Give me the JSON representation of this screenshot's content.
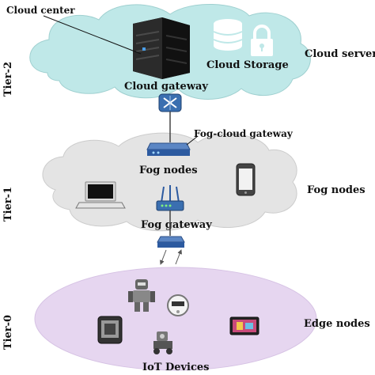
{
  "tiers": {
    "tier2": "Tier-2",
    "tier1": "Tier-1",
    "tier0": "Tier-0"
  },
  "cloud": {
    "center_label": "Cloud center",
    "storage_label": "Cloud Storage",
    "layer_label": "Cloud server",
    "gateway_label": "Cloud gateway",
    "color": "#bfe8e8"
  },
  "fog": {
    "fog_cloud_gateway_label": "Fog-cloud gateway",
    "nodes_label": "Fog nodes",
    "layer_label": "Fog nodes",
    "gateway_label": "Fog gateway",
    "color": "#e4e4e4"
  },
  "edge": {
    "layer_label": "Edge nodes",
    "devices_label": "IoT Devices",
    "color": "#e6d6f0"
  },
  "icons": [
    "server-rack-icon",
    "database-icon",
    "lock-icon",
    "router-icon",
    "switch-icon",
    "wifi-router-icon",
    "laptop-icon",
    "smartphone-icon",
    "robot-icon",
    "smart-meter-icon",
    "tablet-icon",
    "smart-display-icon"
  ]
}
